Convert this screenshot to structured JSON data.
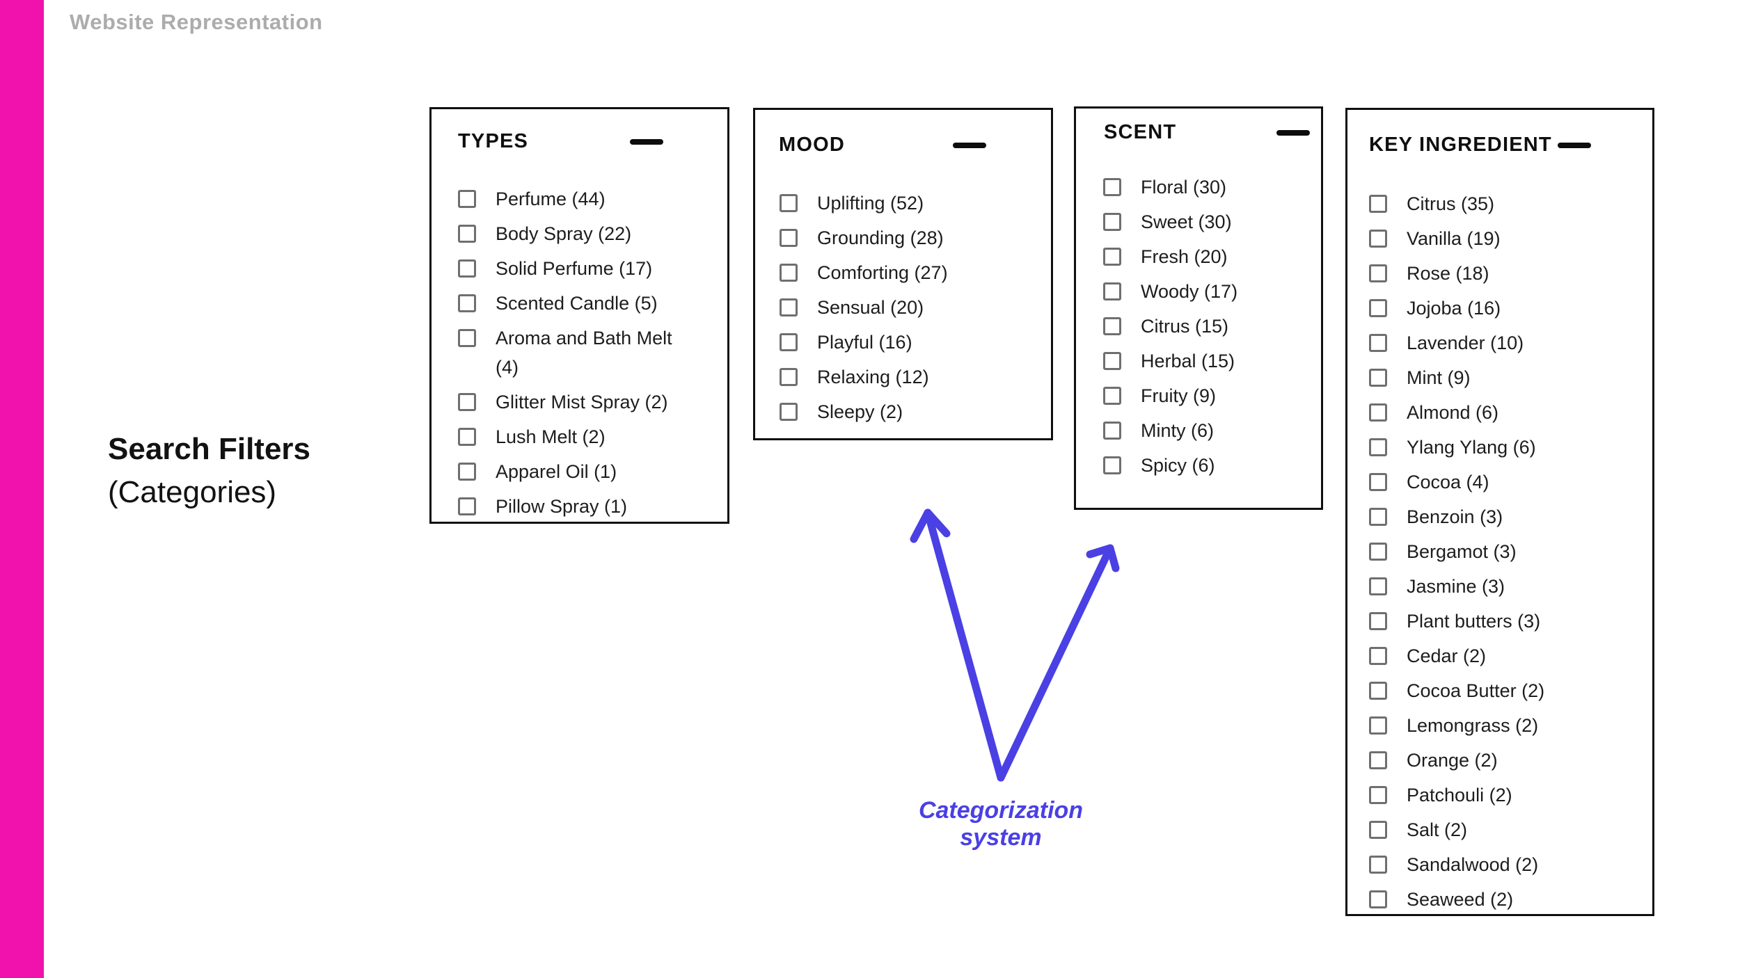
{
  "header": {
    "title": "Website Representation"
  },
  "section": {
    "line1": "Search Filters",
    "line2": "(Categories)"
  },
  "annotation": {
    "label": "Categorization system",
    "color": "#4A40E4"
  },
  "accent_color": "#F112AE",
  "filters": [
    {
      "title": "TYPES",
      "items": [
        "Perfume (44)",
        "Body Spray (22)",
        "Solid Perfume (17)",
        "Scented Candle (5)",
        "Aroma and Bath Melt (4)",
        "Glitter Mist Spray (2)",
        "Lush Melt (2)",
        "Apparel Oil (1)",
        "Pillow Spray (1)"
      ]
    },
    {
      "title": "MOOD",
      "items": [
        "Uplifting (52)",
        "Grounding (28)",
        "Comforting (27)",
        "Sensual (20)",
        "Playful (16)",
        "Relaxing (12)",
        "Sleepy (2)"
      ]
    },
    {
      "title": "SCENT",
      "items": [
        "Floral (30)",
        "Sweet (30)",
        "Fresh (20)",
        "Woody (17)",
        "Citrus (15)",
        "Herbal (15)",
        "Fruity (9)",
        "Minty (6)",
        "Spicy (6)"
      ]
    },
    {
      "title": "KEY INGREDIENT",
      "items": [
        "Citrus (35)",
        "Vanilla (19)",
        "Rose (18)",
        "Jojoba (16)",
        "Lavender (10)",
        "Mint (9)",
        "Almond (6)",
        "Ylang Ylang (6)",
        "Cocoa (4)",
        "Benzoin (3)",
        "Bergamot (3)",
        "Jasmine (3)",
        "Plant butters (3)",
        "Cedar (2)",
        "Cocoa Butter (2)",
        "Lemongrass (2)",
        "Orange (2)",
        "Patchouli (2)",
        "Salt (2)",
        "Sandalwood (2)",
        "Seaweed (2)"
      ]
    }
  ]
}
